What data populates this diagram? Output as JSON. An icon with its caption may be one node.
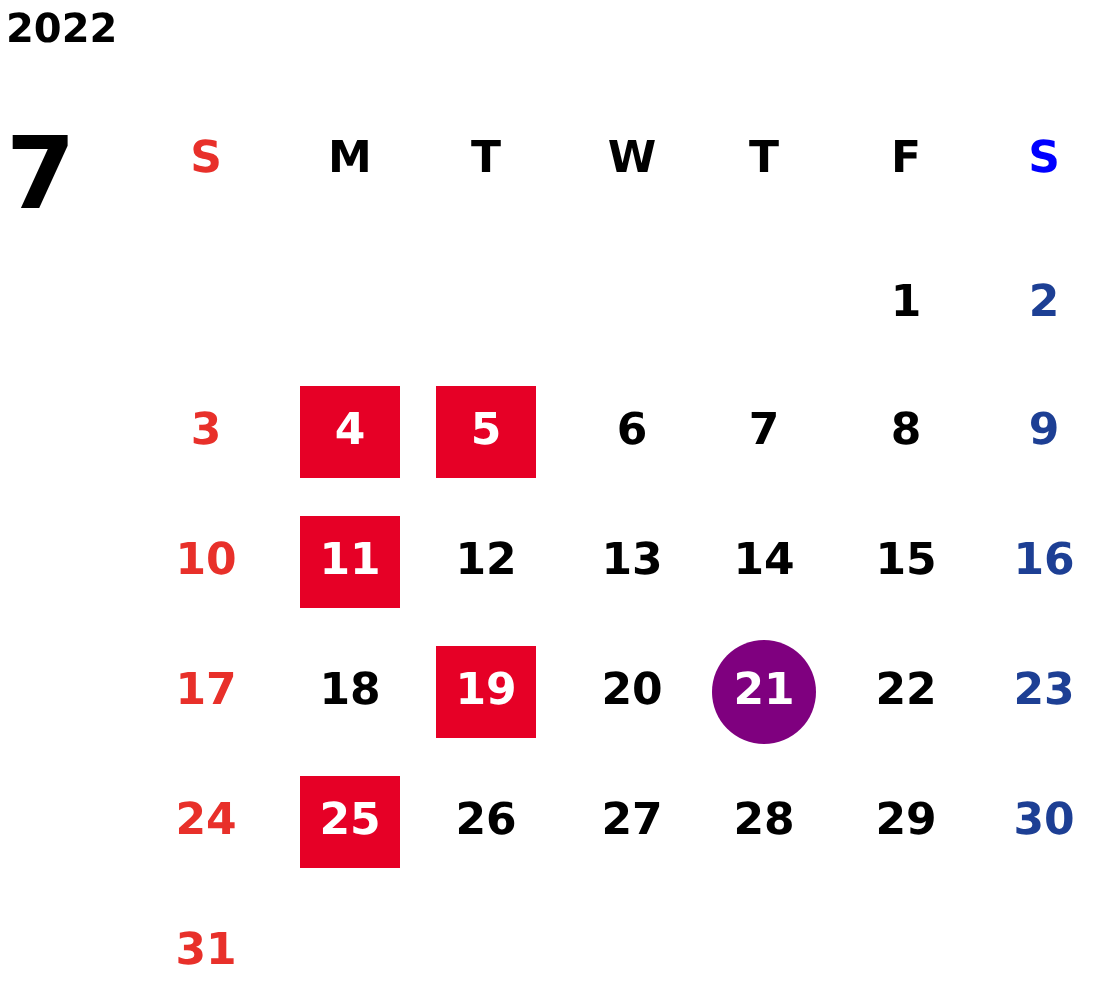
{
  "diagram": {
    "nodes": [
      {
        "text": [
          "4"
        ]
      },
      {
        "text": [
          "5"
        ]
      },
      {
        "text": [
          "11"
        ]
      },
      {
        "text": [
          "19"
        ]
      },
      {
        "text": [
          "21"
        ]
      },
      {
        "text": [
          "25"
        ]
      }
    ],
    "labels": [
      "2022",
      "7",
      "S",
      "M",
      "T",
      "W",
      "T",
      "F",
      "S",
      "1",
      "2",
      "3",
      "6",
      "7",
      "8",
      "9",
      "10",
      "12",
      "13",
      "14",
      "15",
      "16",
      "17",
      "18",
      "20",
      "22",
      "23",
      "24",
      "26",
      "27",
      "28",
      "29",
      "30",
      "31"
    ]
  }
}
